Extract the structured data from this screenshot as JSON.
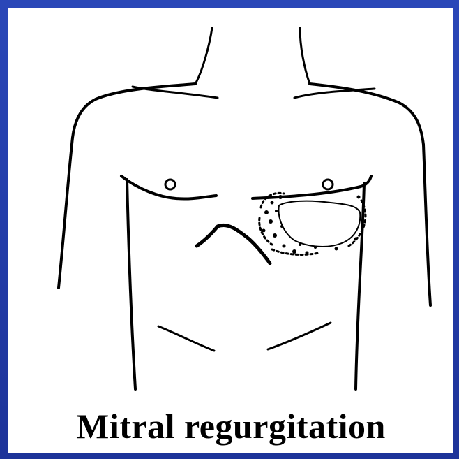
{
  "caption": "Mitral regurgitation",
  "colors": {
    "border_blue": "#1f3aa8",
    "panel_background": "#ffffff",
    "ink": "#000000"
  },
  "figure": {
    "subject": "torso-outline-with-precordial-pulsation-area",
    "marked_region": "apex-region-left-chest"
  }
}
